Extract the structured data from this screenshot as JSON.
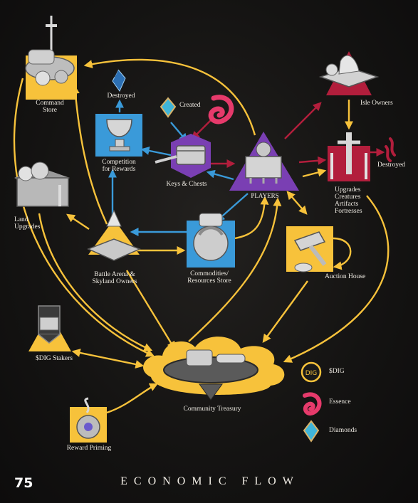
{
  "colors": {
    "yellow": "#f7c23b",
    "blue": "#3a9ad9",
    "red": "#b21e3c",
    "purple": "#7a3fb3",
    "white": "#ffffff"
  },
  "nodes": {
    "command_store": "Command\nStore",
    "destroyed_top": "Destroyed",
    "created": "Created",
    "competition": "Competition\nfor Rewards",
    "keys_chests": "Keys & Chests",
    "players": "PLAYERS",
    "isle_owners": "Isle Owners",
    "upgrades": "Upgrades\nCreatures\nArtifacts\nFortresses",
    "destroyed_right": "Destroyed",
    "land_upgrades": "Land\nUpgrades",
    "battle_arena": "Battle Arena &\nSkyland Owners",
    "commodities": "Commodities/\nResources Store",
    "auction_house": "Auction House",
    "sdig_stakers": "$DIG Stakers",
    "community_treasury": "Community Treasury",
    "reward_priming": "Reward Priming"
  },
  "legend": {
    "sdig": "$DIG",
    "sdig_badge": "DIG",
    "essence": "Essence",
    "diamonds": "Diamonds"
  },
  "footer": {
    "page_number": "75",
    "title": "ECONOMIC FLOW"
  }
}
